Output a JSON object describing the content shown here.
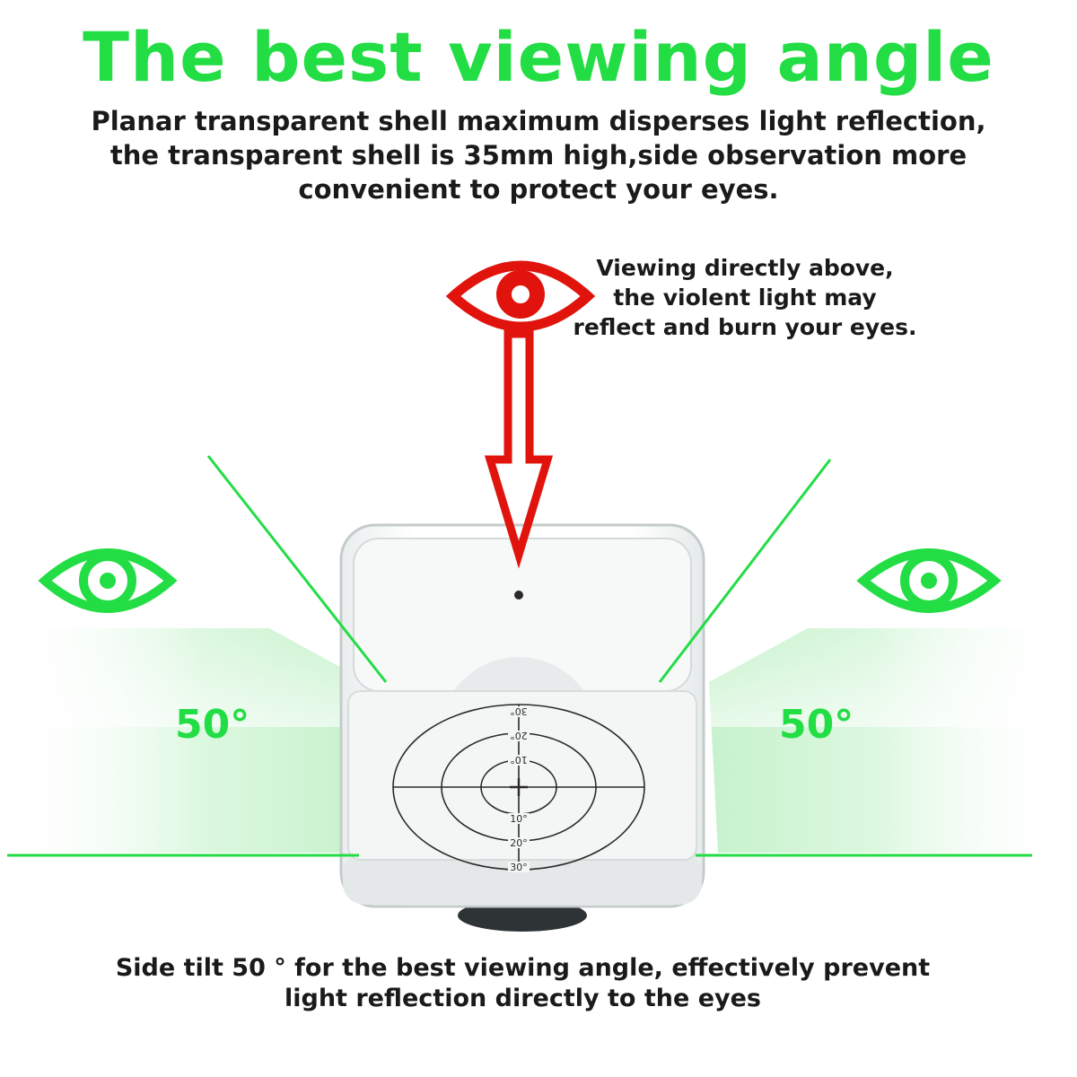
{
  "header": {
    "title": "The best viewing angle",
    "subtitle_lines": [
      "Planar transparent shell maximum disperses light reflection,",
      "the transparent shell is 35mm high,side observation more",
      "convenient to protect your eyes."
    ]
  },
  "warning": {
    "lines": [
      "Viewing directly above,",
      "the violent light may",
      "reflect and burn your eyes."
    ]
  },
  "angles": {
    "left": "50°",
    "right": "50°"
  },
  "target_labels": {
    "top": [
      "30°",
      "20°",
      "10°"
    ],
    "bottom": [
      "10°",
      "20°",
      "30°"
    ]
  },
  "footer": {
    "lines": [
      "Side tilt 50 ° for the best viewing angle, effectively prevent",
      "light reflection directly to the eyes"
    ]
  },
  "colors": {
    "accent_green": "#22dd44",
    "warning_red": "#e0140c",
    "text_dark": "#1a1a1a"
  },
  "icons": {
    "top": "eye-icon-red",
    "left": "eye-icon-green",
    "right": "eye-icon-green"
  }
}
